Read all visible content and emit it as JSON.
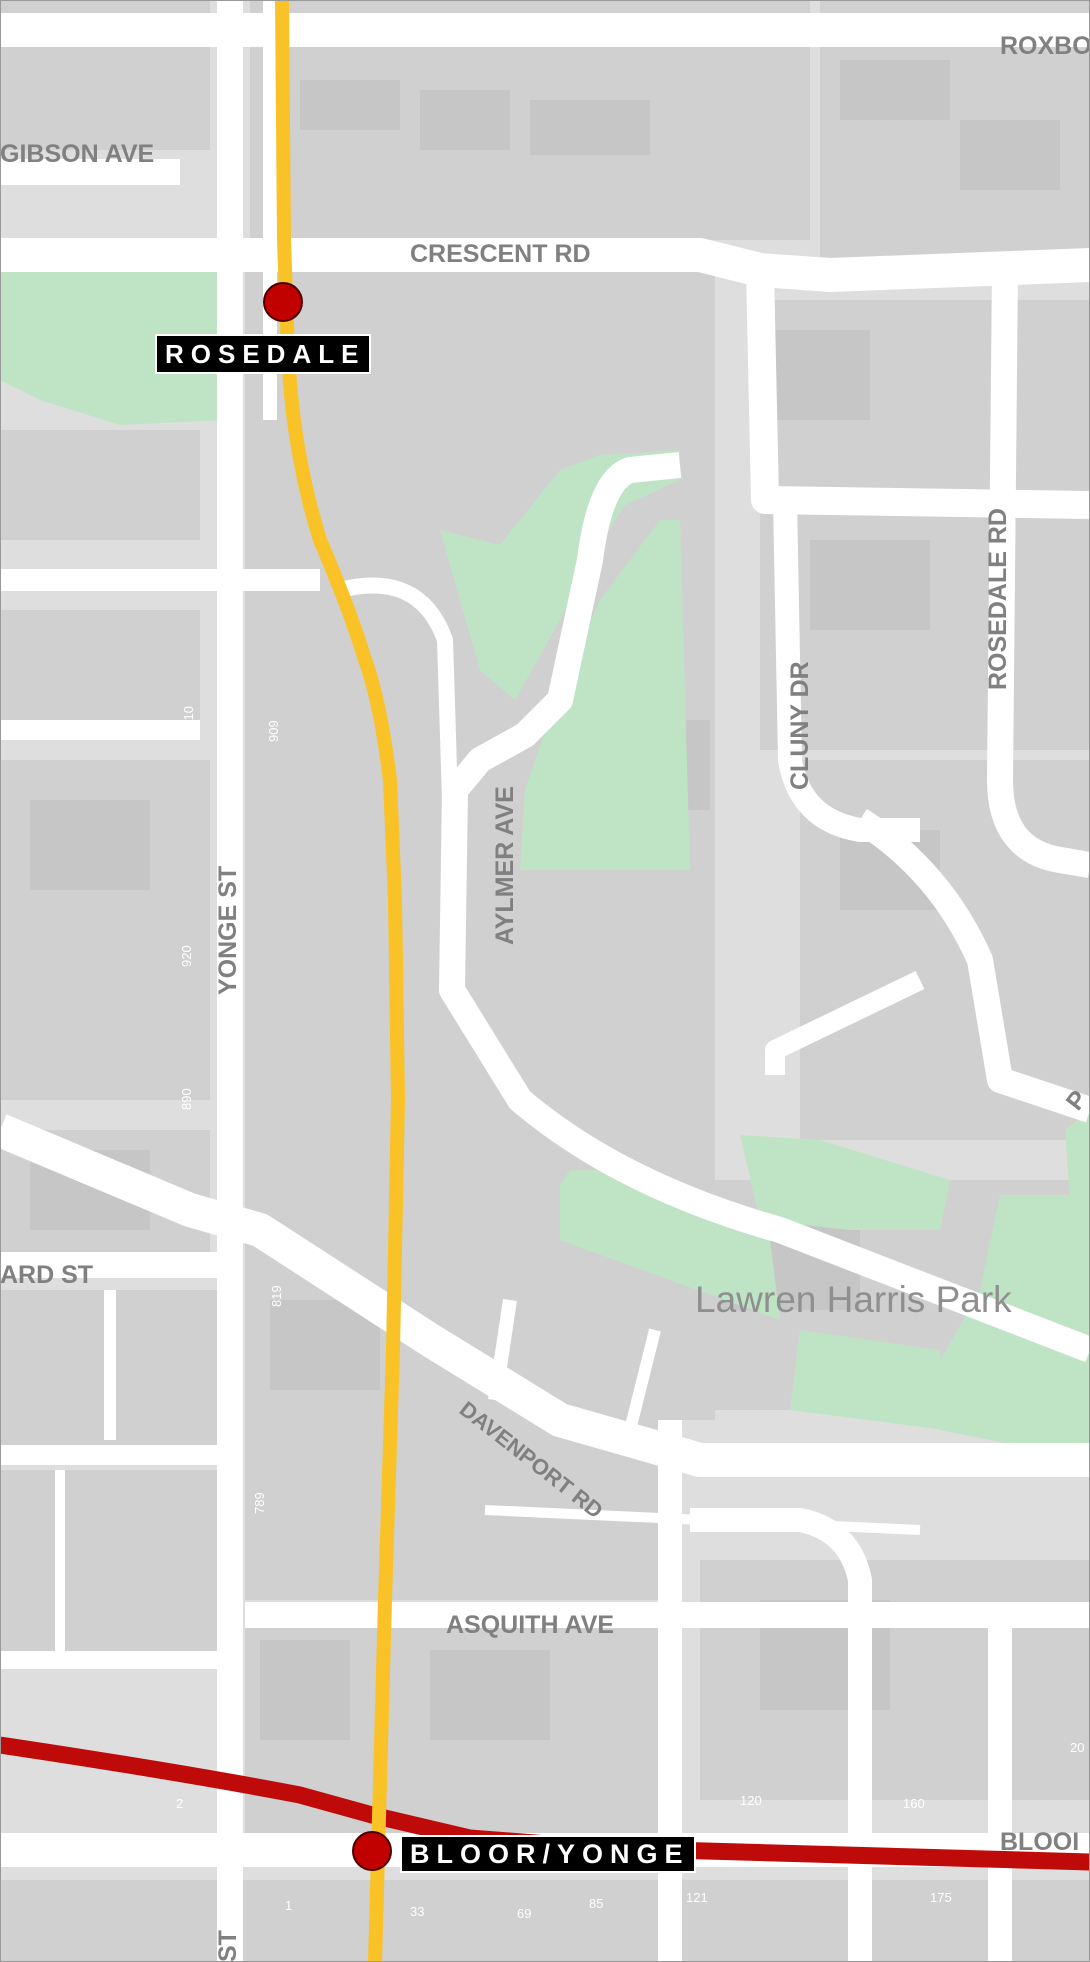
{
  "map": {
    "colors": {
      "background": "#dedede",
      "block": "#d0d0d0",
      "building": "#c6c6c6",
      "road": "#ffffff",
      "park": "#bfe4c5",
      "line1": "#f9c227",
      "line2": "#bf0a0a",
      "station_dot": "#c10000"
    },
    "stations": [
      {
        "id": "rosedale",
        "label": "ROSEDALE"
      },
      {
        "id": "bloor-yonge",
        "label": "BLOOR/YONGE"
      }
    ],
    "streets": {
      "roxborough": "ROXBO",
      "gibson": "GIBSON AVE",
      "crescent": "CRESCENT RD",
      "rosedale_rd": "ROSEDALE RD",
      "cluny": "CLUNY DR",
      "aylmer": "AYLMER AVE",
      "yonge": "YONGE ST",
      "yonge_lower": "ST",
      "ard": "ARD ST",
      "davenport": "DAVENPORT RD",
      "asquith": "ASQUITH AVE",
      "park_rd": "P",
      "bloor": "BLOOI"
    },
    "park_name": "Lawren Harris Park",
    "address_numbers": {
      "n1010": "1010",
      "n909": "909",
      "n920": "920",
      "n890": "890",
      "n819": "819",
      "n789": "789",
      "n2": "2",
      "n1": "1",
      "n33": "33",
      "n69": "69",
      "n85": "85",
      "n121": "121",
      "n120": "120",
      "n160": "160",
      "n175": "175",
      "n20": "20"
    }
  }
}
